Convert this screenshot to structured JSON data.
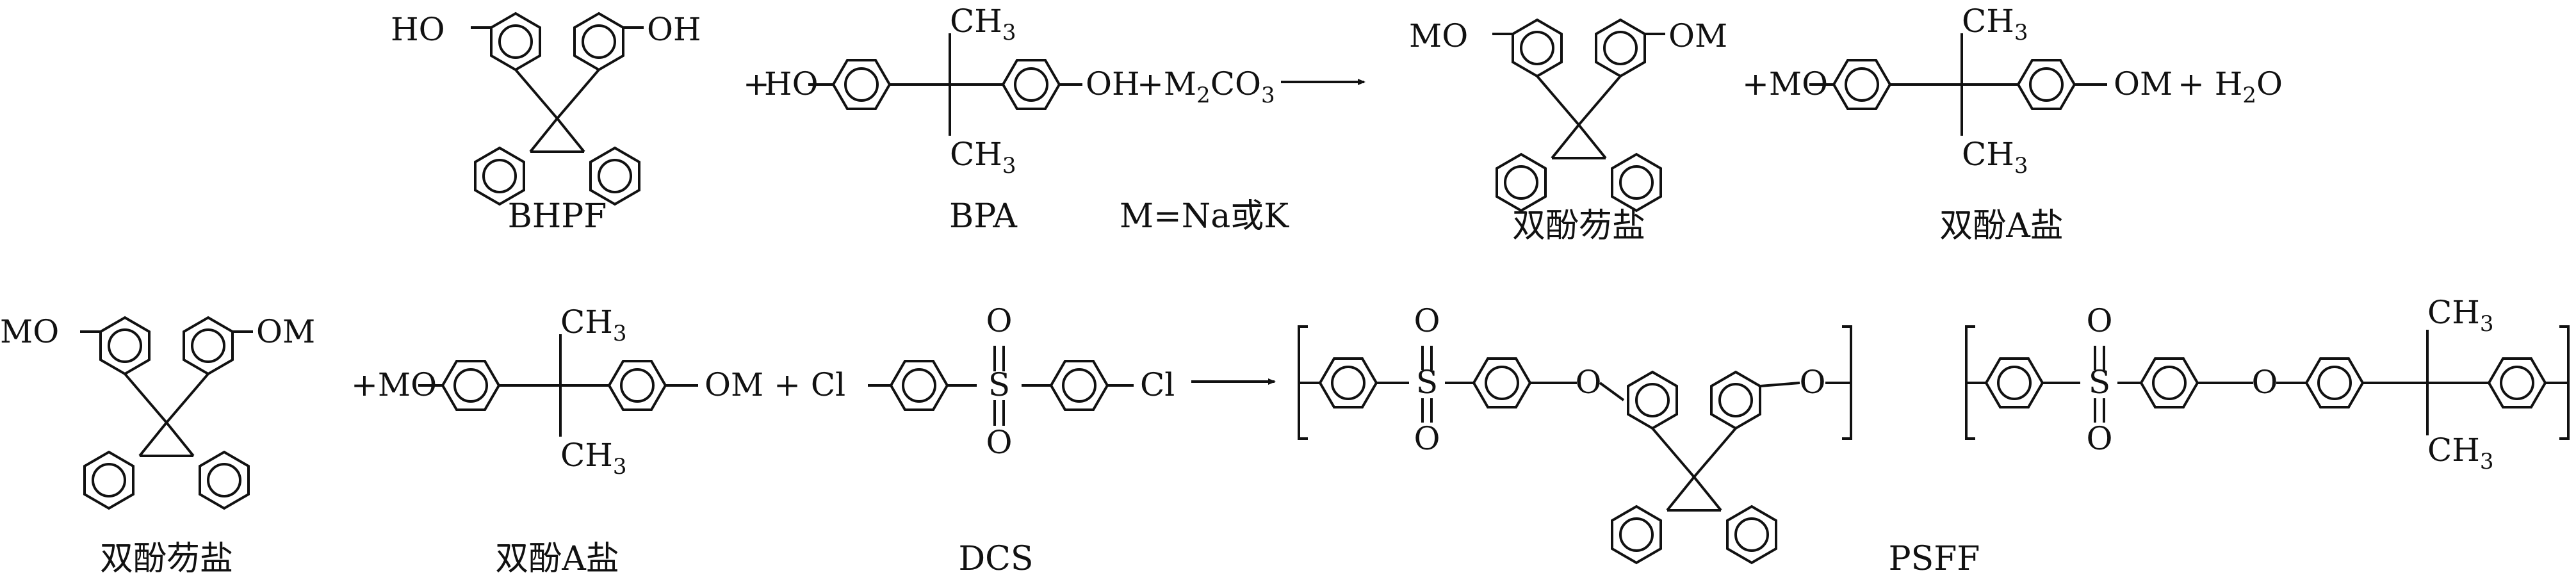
{
  "row1": {
    "bhpf_ho_left": "HO",
    "bhpf_oh_right": "OH",
    "bhpf_caption": "BHPF",
    "plus1": "+",
    "bpa_ho": "HO",
    "bpa_oh": "OH",
    "bpa_ch3_top": "CH",
    "bpa_ch3_bottom": "CH",
    "bpa_caption": "BPA",
    "plus_m2co3": "+M",
    "co3": "CO",
    "m_note": "M=Na或K",
    "prod_mo_left": "MO",
    "prod_om_right": "OM",
    "prod1_caption": "双酚芴盐",
    "plus_mo": "+MO",
    "bpa_salt_ch3_top": "CH",
    "bpa_salt_ch3_bottom": "CH",
    "bpa_salt_om": "OM",
    "plus_h2o": "+ H",
    "h2o_o": "O",
    "prod2_caption": "双酚A盐"
  },
  "row2": {
    "salt_mo": "MO",
    "salt_om": "OM",
    "salt_caption": "双酚芴盐",
    "plus_mo": "+MO",
    "ch3_top": "CH",
    "ch3_bottom": "CH",
    "om_plus_cl": "OM + Cl",
    "cl_right": "Cl",
    "s_left": "S",
    "o_top_left": "O",
    "o_bottom_left": "O",
    "bpa_salt_caption": "双酚A盐",
    "dcs_caption": "DCS",
    "poly_s1": "S",
    "poly_o1_top": "O",
    "poly_o1_bottom": "O",
    "poly_ether1": "O",
    "poly_ether2": "O",
    "poly_s2": "S",
    "poly_o2_top": "O",
    "poly_o2_bottom": "O",
    "poly_ether3": "O",
    "poly_ch3_top": "CH",
    "poly_ch3_bottom": "CH",
    "psff_caption": "PSFF"
  },
  "subscripts": {
    "three": "3",
    "two": "2"
  }
}
